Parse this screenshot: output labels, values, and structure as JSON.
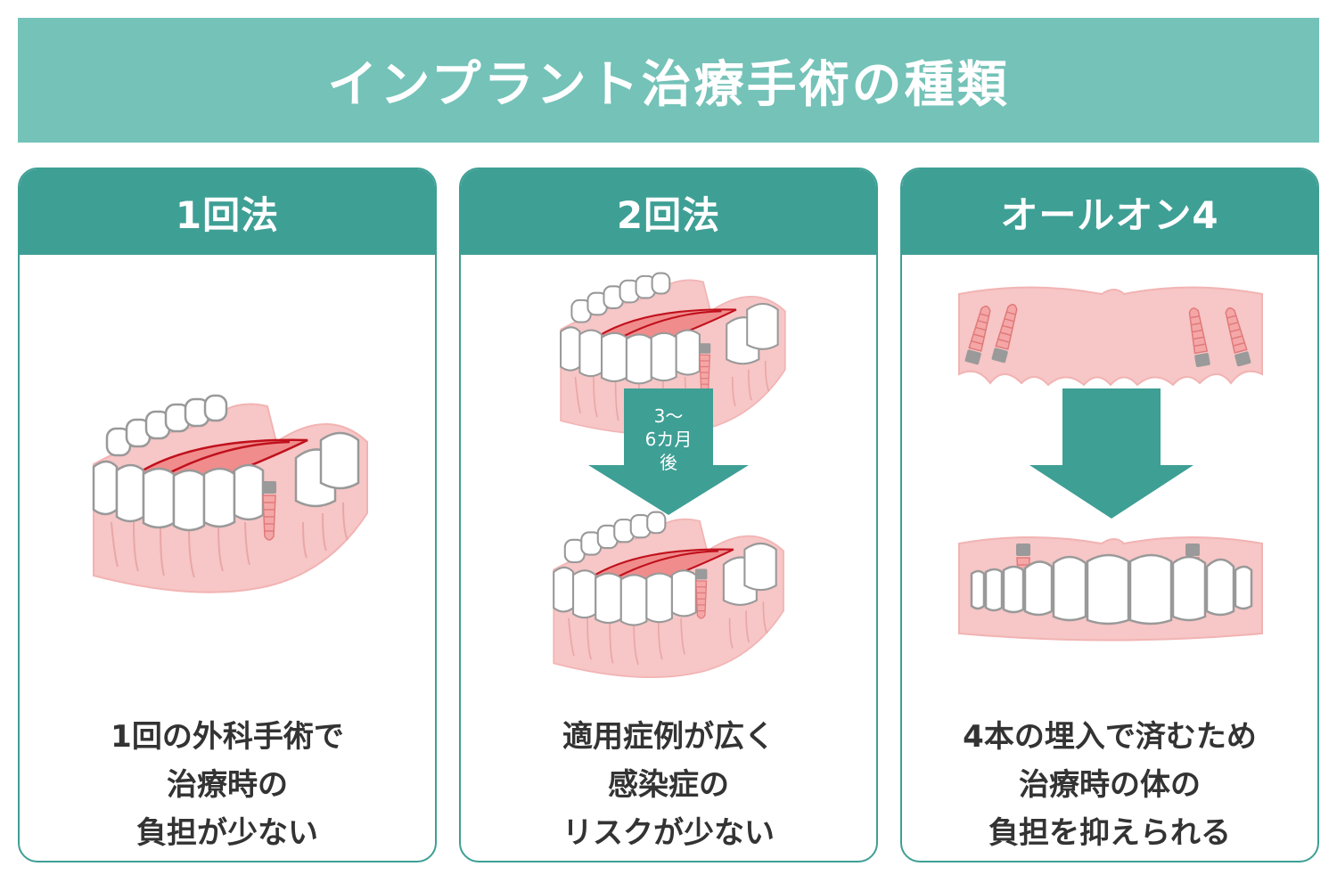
{
  "header": {
    "title": "インプラント治療手術の種類"
  },
  "colors": {
    "banner": "#74c2b8",
    "accent": "#3e9f95",
    "gum": "#f7c6c6",
    "palate": "#f08c8c",
    "palate_line": "#c0101c",
    "tooth": "#ffffff",
    "implant": "#9a9a9a"
  },
  "cards": [
    {
      "title": "1回法",
      "description": [
        "1回の外科手術で",
        "治療時の",
        "負担が少ない"
      ],
      "illustration": "lower-jaw-with-single-implant-icon"
    },
    {
      "title": "2回法",
      "description": [
        "適用症例が広く",
        "感染症の",
        "リスクが少ない"
      ],
      "illustration": "two-stage-implant-icon",
      "delay_label": [
        "3〜",
        "6カ月",
        "後"
      ]
    },
    {
      "title": "オールオン4",
      "description": [
        "4本の埋入で済むため",
        "治療時の体の",
        "負担を抑えられる"
      ],
      "illustration": "all-on-4-icon"
    }
  ]
}
